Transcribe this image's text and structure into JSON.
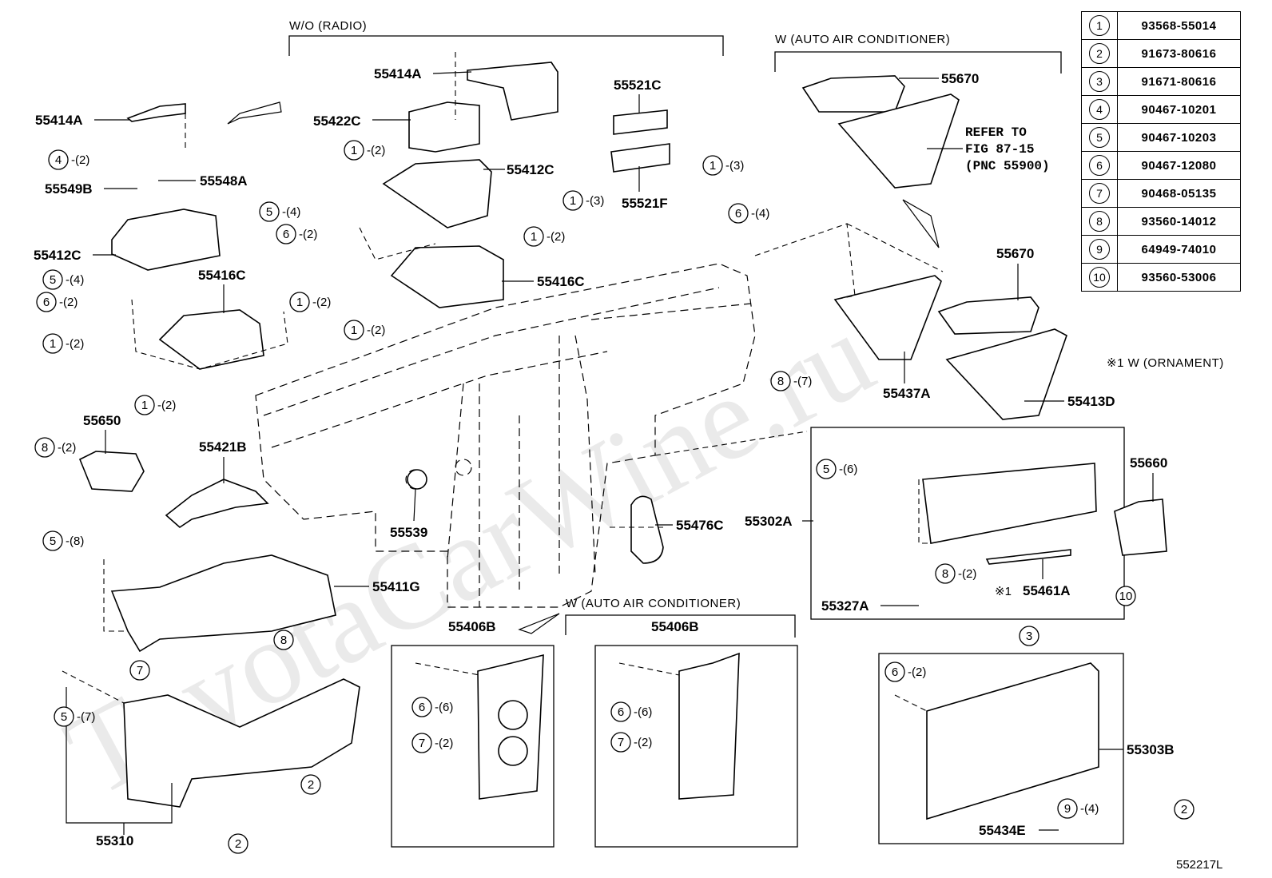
{
  "ref_table": [
    {
      "key": "1",
      "part": "93568-55014"
    },
    {
      "key": "2",
      "part": "91673-80616"
    },
    {
      "key": "3",
      "part": "91671-80616"
    },
    {
      "key": "4",
      "part": "90467-10201"
    },
    {
      "key": "5",
      "part": "90467-10203"
    },
    {
      "key": "6",
      "part": "90467-12080"
    },
    {
      "key": "7",
      "part": "90468-05135"
    },
    {
      "key": "8",
      "part": "93560-14012"
    },
    {
      "key": "9",
      "part": "64949-74010"
    },
    {
      "key": "10",
      "part": "93560-53006"
    }
  ],
  "notes": {
    "wo_radio": "W/O (RADIO)",
    "w_auto_ac_top": "W (AUTO AIR CONDITIONER)",
    "w_auto_ac_bottom": "W (AUTO AIR CONDITIONER)",
    "refer_1": "REFER TO",
    "refer_2": "FIG 87-15",
    "refer_3": "(PNC 55900)",
    "ornament": "※1 W (ORNAMENT)",
    "ornament_mark": "※1",
    "diagram_id": "552217L"
  },
  "part_labels": {
    "p55414A_left": "55414A",
    "p55414A_top": "55414A",
    "p55422C": "55422C",
    "p55521C": "55521C",
    "p55521F": "55521F",
    "p55548A": "55548A",
    "p55549B": "55549B",
    "p55412C_top": "55412C",
    "p55412C_left": "55412C",
    "p55416C_left": "55416C",
    "p55416C_mid": "55416C",
    "p55670_top": "55670",
    "p55670_mid": "55670",
    "p55437A": "55437A",
    "p55413D": "55413D",
    "p55650": "55650",
    "p55421B": "55421B",
    "p55539": "55539",
    "p55476C": "55476C",
    "p55302A": "55302A",
    "p55660": "55660",
    "p55461A": "55461A",
    "p55327A": "55327A",
    "p55411G": "55411G",
    "p55406B_left": "55406B",
    "p55406B_right": "55406B",
    "p55303B": "55303B",
    "p55434E": "55434E",
    "p55310": "55310"
  },
  "callouts": [
    {
      "key": "4",
      "qty": "(2)"
    },
    {
      "key": "1",
      "qty": "(2)"
    },
    {
      "key": "5",
      "qty": "(4)"
    },
    {
      "key": "6",
      "qty": "(2)"
    },
    {
      "key": "1",
      "qty": "(2)"
    },
    {
      "key": "1",
      "qty": "(2)"
    },
    {
      "key": "1",
      "qty": "(3)"
    },
    {
      "key": "1",
      "qty": "(3)"
    },
    {
      "key": "6",
      "qty": "(4)"
    },
    {
      "key": "5",
      "qty": "(4)"
    },
    {
      "key": "6",
      "qty": "(2)"
    },
    {
      "key": "1",
      "qty": "(2)"
    },
    {
      "key": "1",
      "qty": "(2)"
    },
    {
      "key": "1",
      "qty": "(2)"
    },
    {
      "key": "8",
      "qty": "(7)"
    },
    {
      "key": "8",
      "qty": "(2)"
    },
    {
      "key": "5",
      "qty": "(8)"
    },
    {
      "key": "5",
      "qty": "(6)"
    },
    {
      "key": "8",
      "qty": "(2)"
    },
    {
      "key": "10",
      "qty": ""
    },
    {
      "key": "3",
      "qty": ""
    },
    {
      "key": "8",
      "qty": ""
    },
    {
      "key": "7",
      "qty": ""
    },
    {
      "key": "6",
      "qty": "(6)"
    },
    {
      "key": "7",
      "qty": "(2)"
    },
    {
      "key": "6",
      "qty": "(6)"
    },
    {
      "key": "7",
      "qty": "(2)"
    },
    {
      "key": "5",
      "qty": "(7)"
    },
    {
      "key": "2",
      "qty": ""
    },
    {
      "key": "2",
      "qty": ""
    },
    {
      "key": "6",
      "qty": "(2)"
    },
    {
      "key": "9",
      "qty": "(4)"
    },
    {
      "key": "2",
      "qty": ""
    }
  ]
}
